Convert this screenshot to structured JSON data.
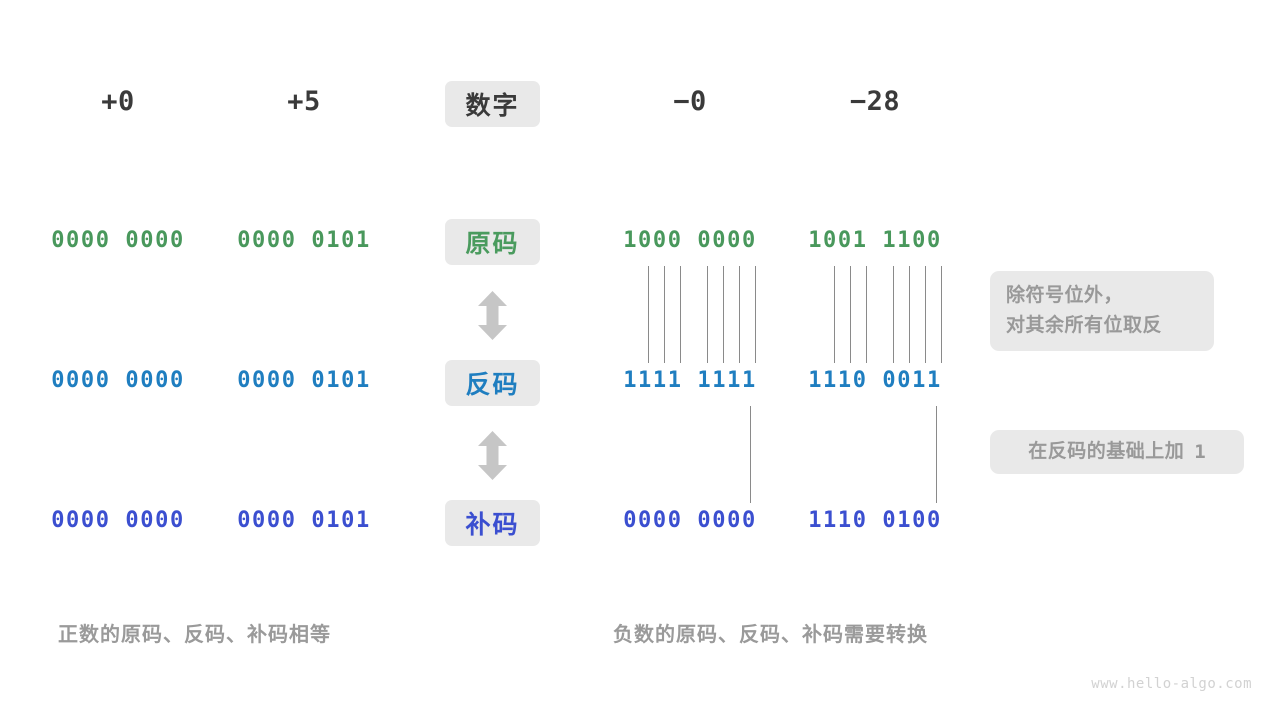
{
  "meta": {
    "watermark": "www.hello-algo.com",
    "colors": {
      "green": "#49985c",
      "blue": "#1f7ec0",
      "indigo": "#3b4fd0",
      "badge_bg": "#e9e9e9",
      "note_text": "#999999",
      "caption_text": "#9a9a9a",
      "line": "#8a8a8a",
      "header_text": "#3a3a3a",
      "background": "#ffffff"
    }
  },
  "header": {
    "center_badge": "数字",
    "columns": [
      {
        "key": "pos_zero",
        "label": "+0"
      },
      {
        "key": "pos_five",
        "label": "+5"
      },
      {
        "key": "neg_zero",
        "label": "−0"
      },
      {
        "key": "neg_twentyeight",
        "label": "−28"
      }
    ]
  },
  "rows": [
    {
      "key": "sign_magnitude",
      "badge": "原码",
      "color_class": "c-green",
      "pill_class": "pill-green",
      "values": {
        "pos_zero": "0000 0000",
        "pos_five": "0000 0101",
        "neg_zero": "1000 0000",
        "neg_twentyeight": "1001 1100"
      }
    },
    {
      "key": "ones_complement",
      "badge": "反码",
      "color_class": "c-blue",
      "pill_class": "pill-blue",
      "values": {
        "pos_zero": "0000 0000",
        "pos_five": "0000 0101",
        "neg_zero": "1111 1111",
        "neg_twentyeight": "1110 0011"
      }
    },
    {
      "key": "twos_complement",
      "badge": "补码",
      "color_class": "c-indigo",
      "pill_class": "pill-indigo",
      "values": {
        "pos_zero": "0000 0000",
        "pos_five": "0000 0101",
        "neg_zero": "0000 0000",
        "neg_twentyeight": "1110 0100"
      }
    }
  ],
  "notes": [
    {
      "key": "invert_note",
      "line1": "除符号位外，",
      "line2": "对其余所有位取反"
    },
    {
      "key": "plus_one_note",
      "text": "在反码的基础上加",
      "value": "1"
    }
  ],
  "captions": [
    {
      "key": "positive",
      "text": "正数的原码、反码、补码相等"
    },
    {
      "key": "negative",
      "text": "负数的原码、反码、补码需要转换"
    }
  ]
}
